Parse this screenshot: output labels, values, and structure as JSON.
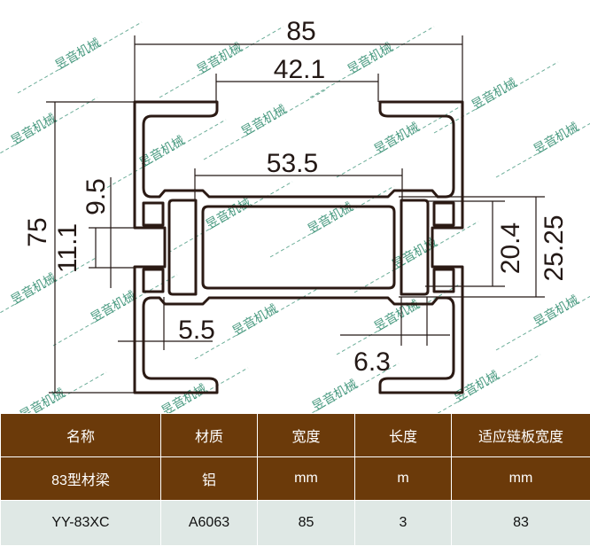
{
  "drawing": {
    "dimensions": {
      "overall_width": "85",
      "top_opening": "42.1",
      "center_width": "53.5",
      "height": "75",
      "slot_depth": "9.5",
      "slot_opening": "11.1",
      "inner_slot_height": "20.4",
      "outer_slot_height": "25.25",
      "web_thickness": "5.5",
      "side_web": "6.3"
    },
    "profile_color": "#2b1a14",
    "watermark": "昱音机械",
    "watermark_color": "#2e8b6e"
  },
  "table": {
    "header_color": "#6b3a0a",
    "data_row_color": "#dfe8e5",
    "headers": [
      "名称",
      "材质",
      "宽度",
      "长度",
      "适应链板宽度"
    ],
    "units_row": [
      "83型材梁",
      "铝",
      "mm",
      "m",
      "mm"
    ],
    "values_row": [
      "YY-83XC",
      "A6063",
      "85",
      "3",
      "83"
    ]
  }
}
